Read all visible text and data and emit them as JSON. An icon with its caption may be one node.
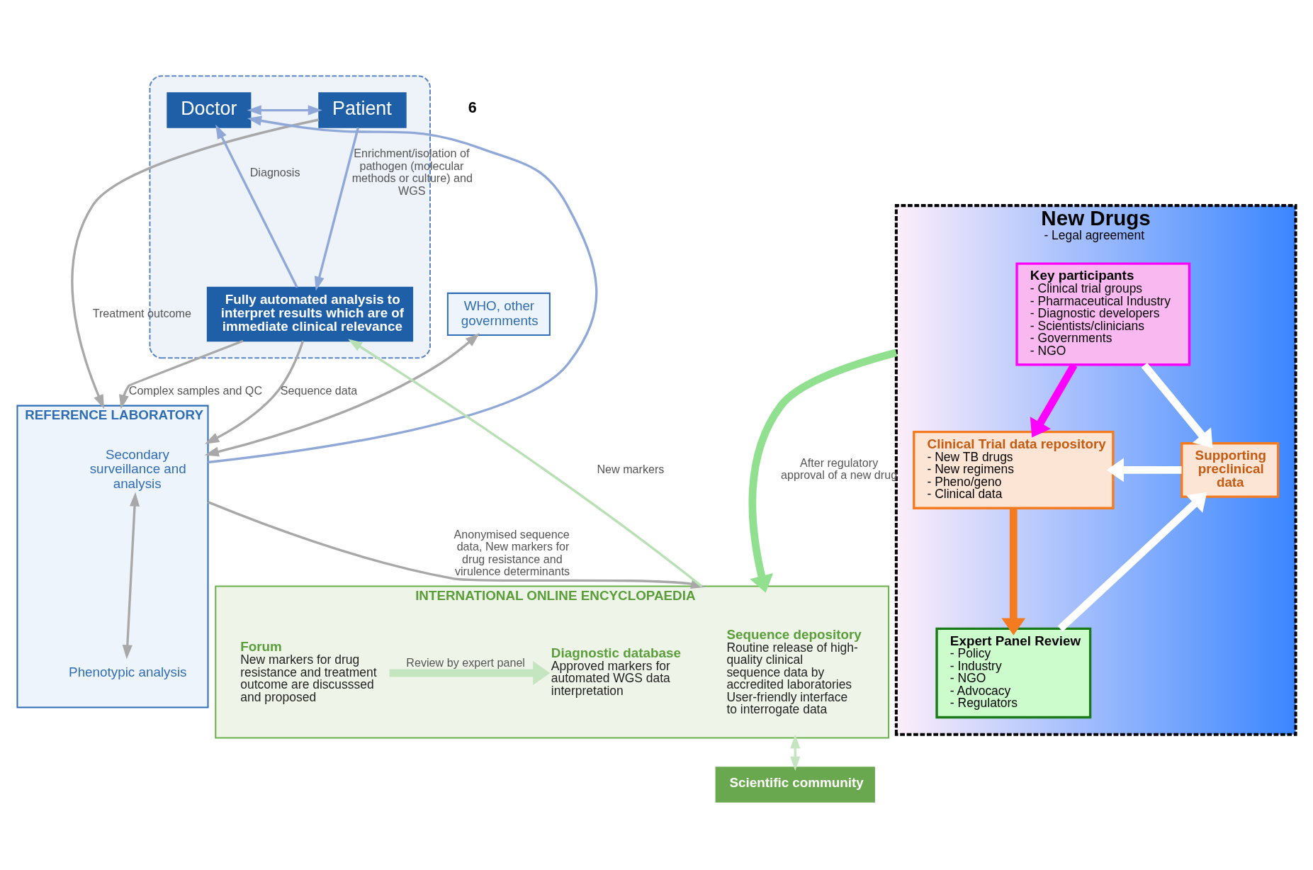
{
  "diagram": {
    "nodes": [
      {
        "text": [],
        "shape": "box"
      },
      {
        "text": [
          "Patient"
        ],
        "in": 0
      },
      {
        "text": [
          "Doctor"
        ],
        "in": 0
      },
      {
        "text": [
          "Fully automated analysis to interpret results which are of immediate clinical relevance"
        ],
        "in": 0
      },
      {
        "text": [
          "WHO, other governments"
        ]
      },
      {
        "text": [
          "REFERENCE LABORATORY"
        ]
      },
      {
        "text": [
          "Secondary surveillance and analysis"
        ],
        "in": 5
      },
      {
        "text": [
          "Phenotypic analysis"
        ],
        "in": 5
      },
      {
        "text": [
          "INTERNATIONAL ONLINE ENCYCLOPAEDIA"
        ]
      },
      {
        "text": [
          "Sequence depository",
          "Routine release of high-quality clinical sequence data by accredited laboratories",
          "User-friendly interface to interrogate data"
        ],
        "in": 8
      },
      {
        "text": [
          "Forum",
          "New markers for drug resistance and treatment outcome are discusssed and proposed"
        ],
        "in": 8
      },
      {
        "text": [
          "Diagnostic database",
          "Approved markers for automated WGS data interpretation"
        ],
        "in": 8
      },
      {
        "text": [
          "Scientific community"
        ]
      },
      {
        "text": [
          "New Drugs",
          "- Legal agreement"
        ]
      },
      {
        "text": [
          "Key participants",
          "- Clinical trial groups",
          "- Pharmaceutical Industry",
          "- Diagnostic developers",
          "- Scientists/clinicians",
          "- Governments",
          "- NGO"
        ],
        "in": 13
      },
      {
        "text": [
          "Clinical Trial data repository",
          "- New TB drugs",
          "- New regimens",
          "- Pheno/geno",
          "- Clinical data"
        ],
        "in": 13
      },
      {
        "text": [
          "Supporting preclinical data"
        ],
        "in": 13
      },
      {
        "text": [
          "Expert Panel Review",
          "- Policy",
          "- Industry",
          "- NGO",
          "- Advocacy",
          "- Regulators"
        ],
        "in": 13
      }
    ],
    "edges": [
      {
        "from": 1,
        "to": 2,
        "arrow": "both",
        "color": "#8fa8d8"
      },
      {
        "from": 1,
        "to": 3,
        "arrow": "to",
        "label": "Enrichment/isolation of pathogen (molecular methods or culture) and WGS",
        "color": "#8fa8d8"
      },
      {
        "from": 1,
        "to": 5,
        "arrow": "to",
        "label": "Treatment outcome"
      },
      {
        "from": 3,
        "to": 2,
        "arrow": "to",
        "label": "Diagnosis",
        "color": "#8fa8d8"
      },
      {
        "from": 5,
        "to": 2,
        "arrow": "to",
        "color": "#8fa8d8"
      },
      {
        "from": 3,
        "to": 5,
        "arrow": "to",
        "label": "Sequence data"
      },
      {
        "from": 3,
        "to": 5,
        "arrow": "to",
        "label": "Complex samples and QC"
      },
      {
        "from": 4,
        "to": 5,
        "arrow": "both"
      },
      {
        "from": 6,
        "to": 7,
        "arrow": "both"
      },
      {
        "from": 5,
        "to": 8,
        "arrow": "to",
        "label": "Anonymised sequence data, New markers for drug resistance and virulence determinants"
      },
      {
        "from": 8,
        "to": 3,
        "arrow": "to",
        "label": "New markers",
        "color": "#b9e0b4"
      },
      {
        "from": 10,
        "to": 11,
        "arrow": "to",
        "label": "Review by expert panel",
        "color": "#c5e4c0",
        "style": "thick"
      },
      {
        "from": 8,
        "to": 12,
        "arrow": "both",
        "color": "#c5e4c0"
      },
      {
        "from": 14,
        "to": 15,
        "arrow": "to",
        "color": "#ff00ff",
        "style": "thick"
      },
      {
        "from": 15,
        "to": 17,
        "arrow": "to",
        "color": "#f47b20",
        "style": "thick"
      },
      {
        "from": 17,
        "to": 16,
        "arrow": "to",
        "color": "#ffffff",
        "style": "thick"
      },
      {
        "from": 16,
        "to": 15,
        "arrow": "to",
        "color": "#ffffff",
        "style": "thick"
      },
      {
        "from": 14,
        "to": 16,
        "arrow": "to",
        "color": "#ffffff",
        "style": "thick"
      },
      {
        "from": 13,
        "to": 8,
        "arrow": "to",
        "label": "After regulatory approval of a new drug",
        "color": "#90e090",
        "style": "thick"
      }
    ],
    "labels": [
      "6"
    ]
  }
}
